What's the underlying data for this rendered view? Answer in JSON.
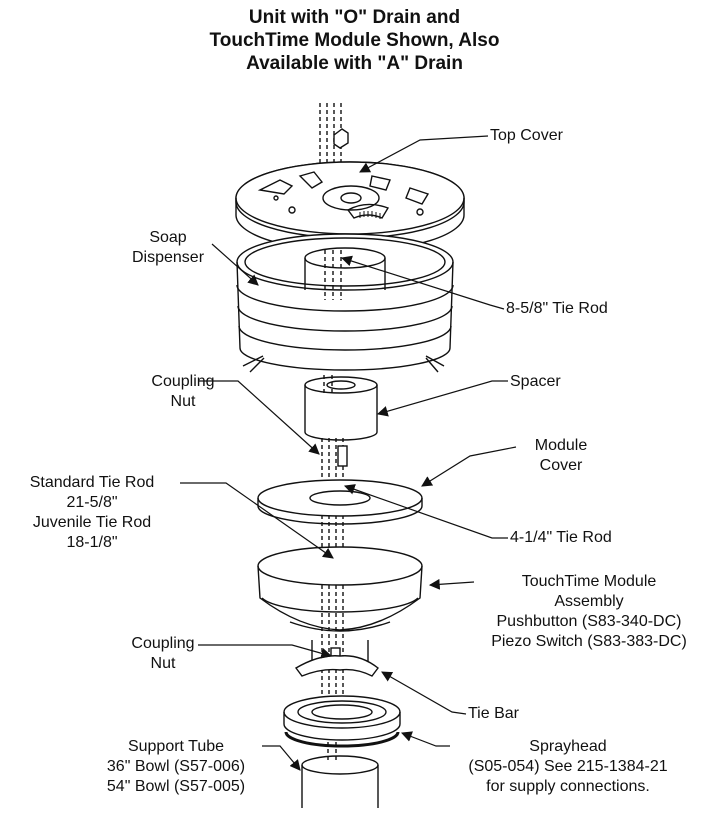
{
  "title": {
    "line1": "Unit with \"O\" Drain and",
    "line2": "TouchTime Module Shown, Also",
    "line3": "Available with \"A\" Drain"
  },
  "labels": {
    "top_cover": "Top Cover",
    "soap_dispenser": {
      "line1": "Soap",
      "line2": "Dispenser"
    },
    "tie_rod_8": "8-5/8\" Tie Rod",
    "coupling_nut_upper": {
      "line1": "Coupling",
      "line2": "Nut"
    },
    "spacer": "Spacer",
    "module_cover": {
      "line1": "Module",
      "line2": "Cover"
    },
    "tie_rod_std": {
      "line1": "Standard Tie Rod",
      "line2": "21-5/8\"",
      "line3": "Juvenile Tie Rod",
      "line4": "18-1/8\""
    },
    "tie_rod_4": "4-1/4\" Tie Rod",
    "touchtime_module": {
      "line1": "TouchTime Module",
      "line2": "Assembly",
      "line3": "Pushbutton (S83-340-DC)",
      "line4": "Piezo Switch (S83-383-DC)"
    },
    "coupling_nut_lower": {
      "line1": "Coupling",
      "line2": "Nut"
    },
    "tie_bar": "Tie Bar",
    "support_tube": {
      "line1": "Support Tube",
      "line2": "36\" Bowl (S57-006)",
      "line3": "54\" Bowl (S57-005)"
    },
    "sprayhead": {
      "line1": "Sprayhead",
      "line2": "(S05-054) See 215-1384-21",
      "line3": "for supply connections."
    }
  }
}
